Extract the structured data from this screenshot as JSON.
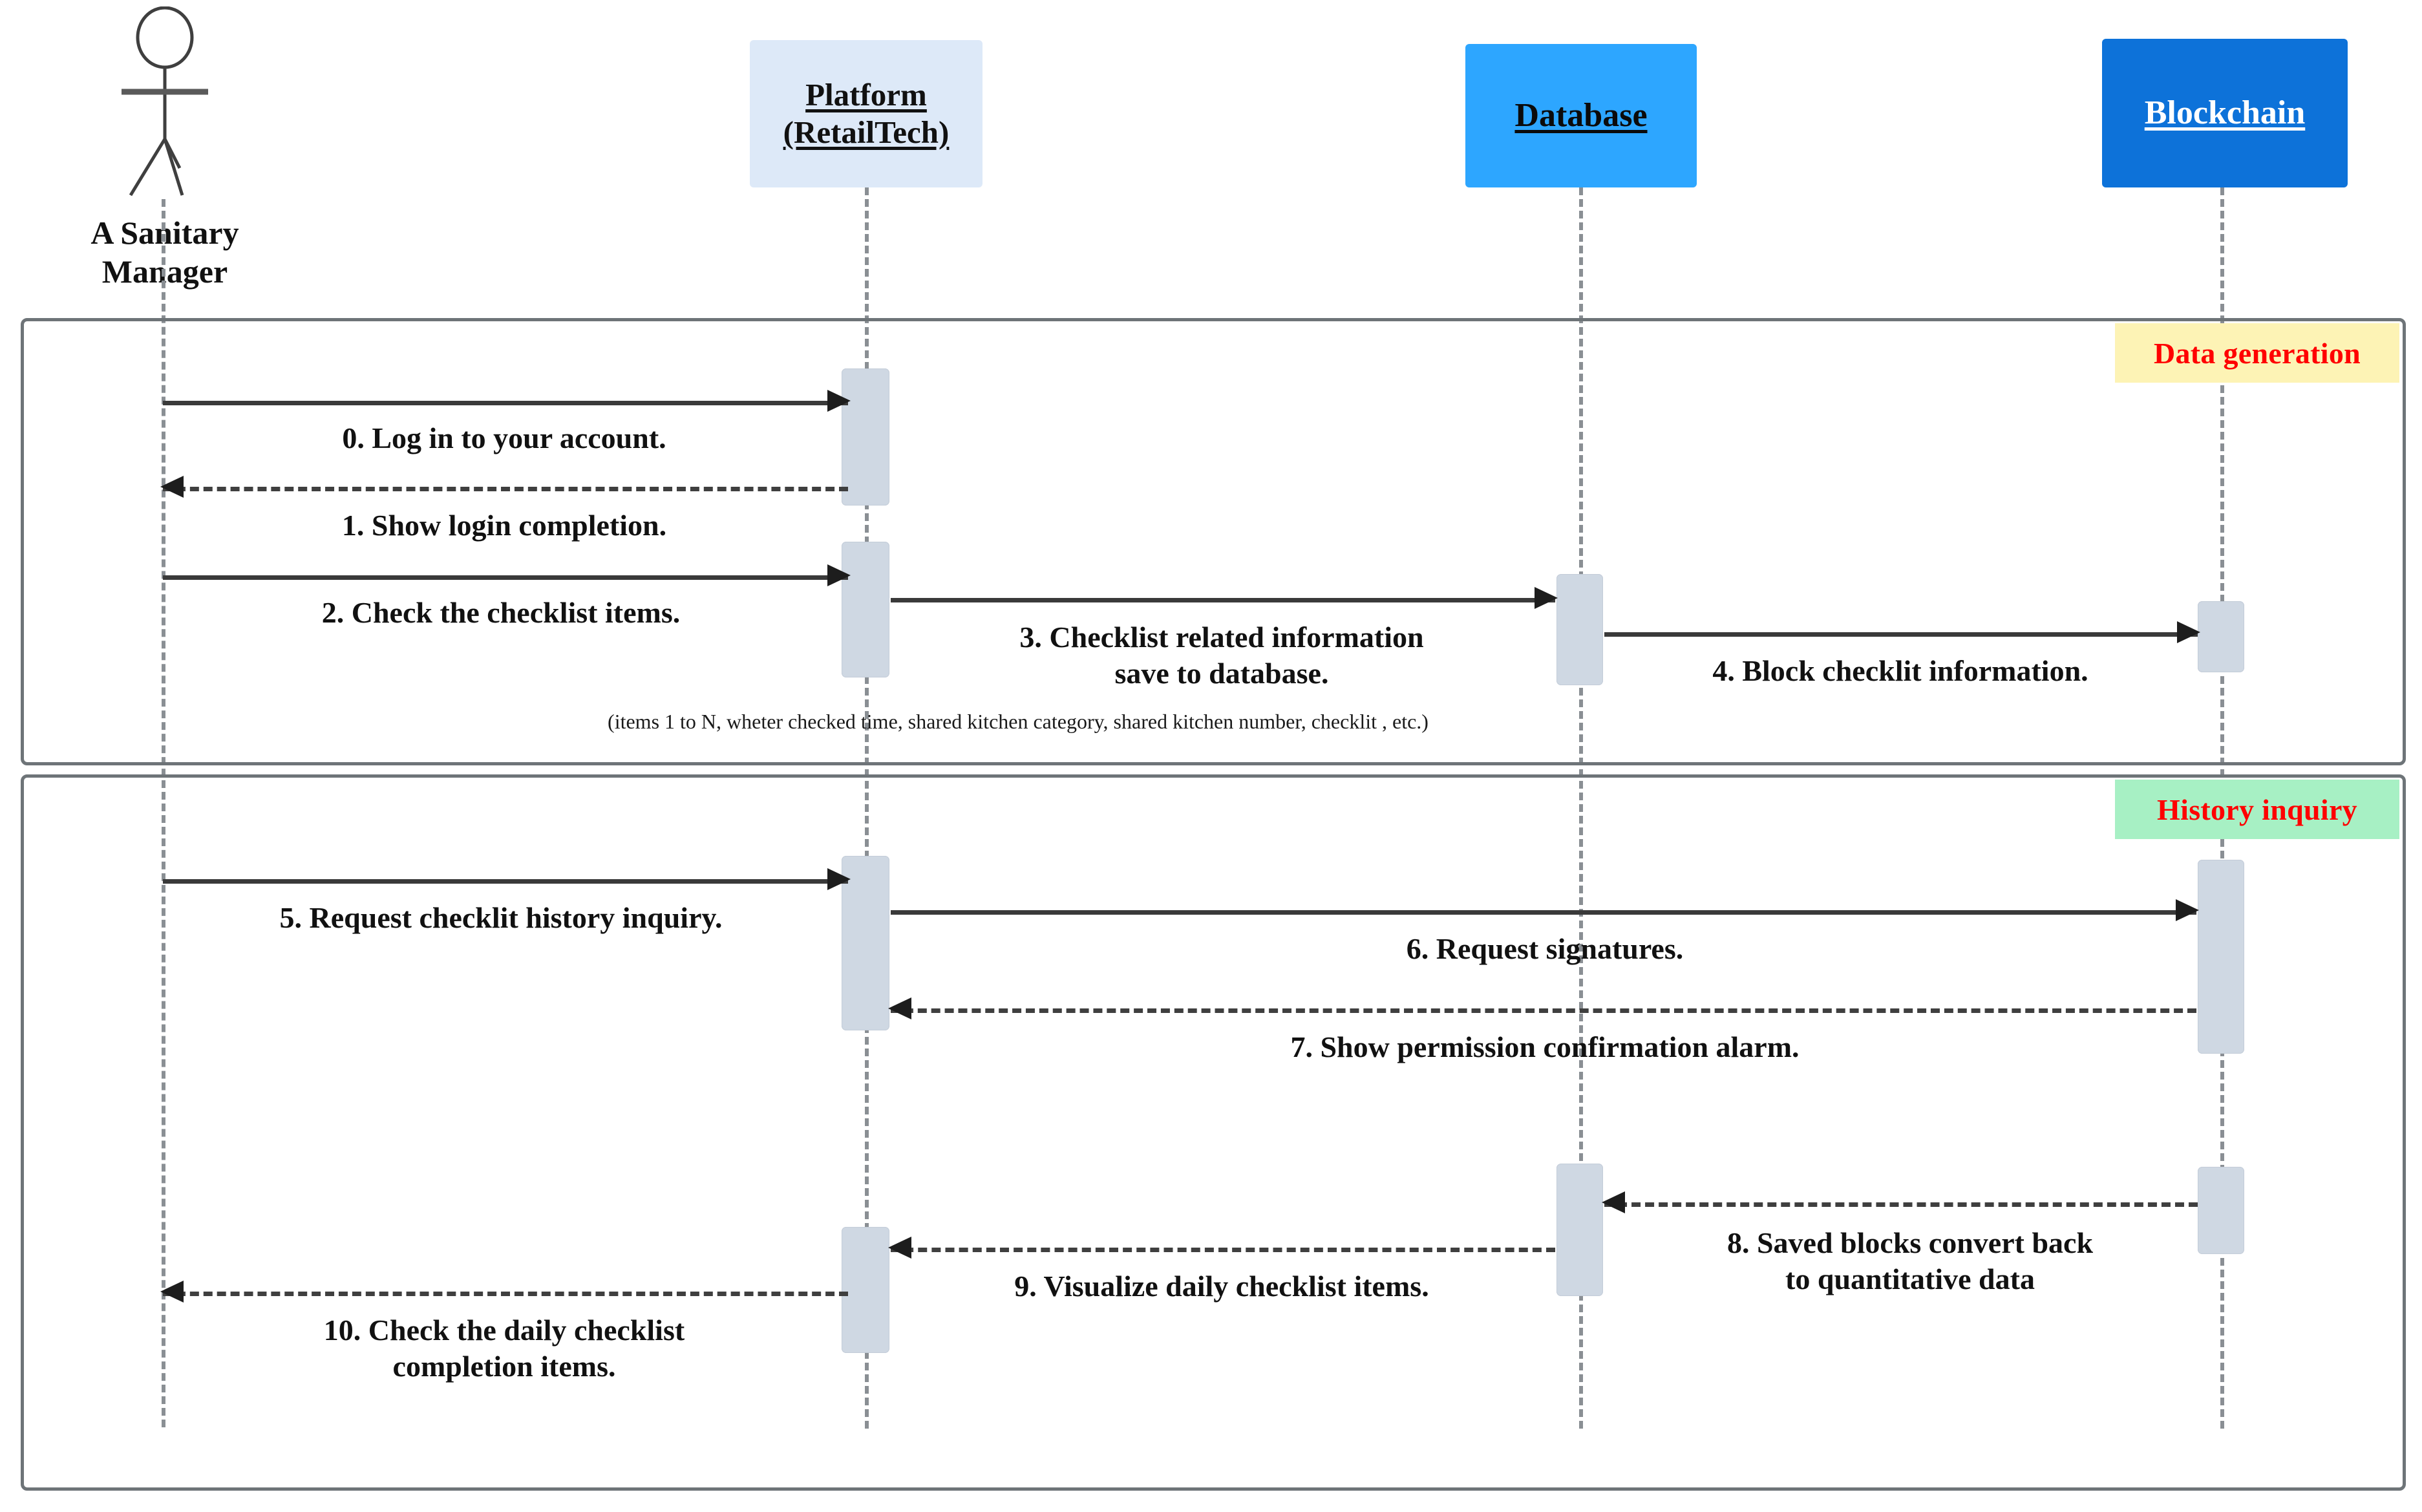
{
  "diagram": {
    "type": "uml-sequence-diagram",
    "participants": [
      {
        "id": "actor",
        "label": "A Sanitary\nManager",
        "kind": "actor",
        "color": "#ffffff"
      },
      {
        "id": "platform",
        "label": "Platform\n(RetailTech)",
        "kind": "object",
        "color": "#dde9f8"
      },
      {
        "id": "database",
        "label": "Database",
        "kind": "object",
        "color": "#2da6ff"
      },
      {
        "id": "blockchain",
        "label": "Blockchain",
        "kind": "object",
        "color": "#0d72d9"
      }
    ],
    "fragments": [
      {
        "id": "frag-data-generation",
        "label": "Data generation",
        "badge_color": "#fdf3b5",
        "text_color": "#ff0000"
      },
      {
        "id": "frag-history-inquiry",
        "label": "History inquiry",
        "badge_color": "#a7f0c4",
        "text_color": "#ff0000"
      }
    ],
    "messages": [
      {
        "n": "0",
        "label": "0. Log in to your account.",
        "from": "actor",
        "to": "platform",
        "style": "solid"
      },
      {
        "n": "1",
        "label": "1. Show login completion.",
        "from": "platform",
        "to": "actor",
        "style": "dashed"
      },
      {
        "n": "2",
        "label": "2. Check the checklist items.",
        "from": "actor",
        "to": "platform",
        "style": "solid"
      },
      {
        "n": "3",
        "label": "3. Checklist related information\nsave to database.",
        "from": "platform",
        "to": "database",
        "style": "solid"
      },
      {
        "n": "4",
        "label": "4. Block checklit information.",
        "from": "database",
        "to": "blockchain",
        "style": "solid"
      },
      {
        "n": "5",
        "label": "5. Request checklit history inquiry.",
        "from": "actor",
        "to": "platform",
        "style": "solid"
      },
      {
        "n": "6",
        "label": "6. Request signatures.",
        "from": "platform",
        "to": "blockchain",
        "style": "solid"
      },
      {
        "n": "7",
        "label": "7. Show permission confirmation alarm.",
        "from": "blockchain",
        "to": "platform",
        "style": "dashed"
      },
      {
        "n": "8",
        "label": "8. Saved blocks convert back\nto quantitative data",
        "from": "blockchain",
        "to": "database",
        "style": "dashed"
      },
      {
        "n": "9",
        "label": "9. Visualize daily checklist items.",
        "from": "database",
        "to": "platform",
        "style": "dashed"
      },
      {
        "n": "10",
        "label": "10. Check the daily checklist\ncompletion items.",
        "from": "platform",
        "to": "actor",
        "style": "dashed"
      }
    ],
    "note": "(items  1 to N, wheter checked time,  shared kitchen category,  shared kitchen number,  checklit , etc.)"
  }
}
